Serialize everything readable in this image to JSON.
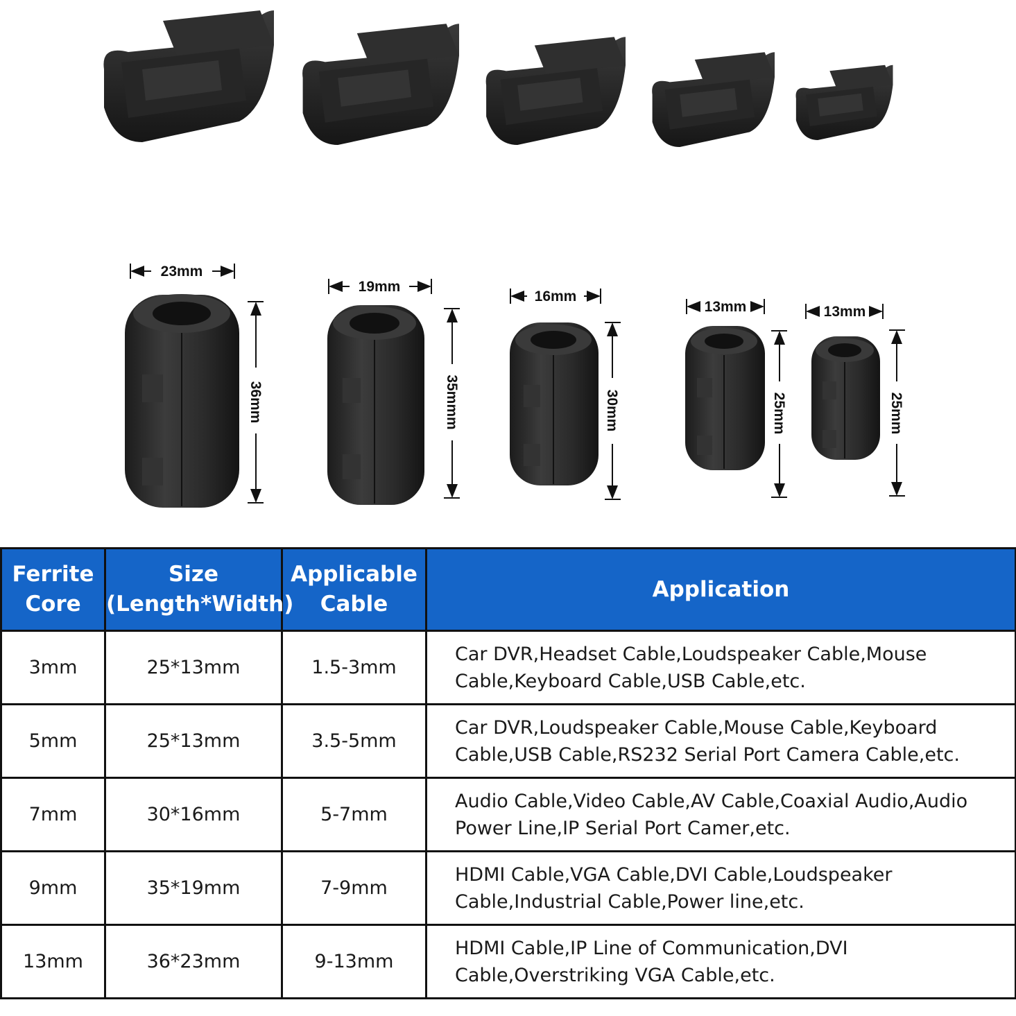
{
  "dimensions": {
    "widths": [
      "23mm",
      "19mm",
      "16mm",
      "13mm",
      "13mm"
    ],
    "heights": [
      "36mm",
      "35mmm",
      "30mm",
      "25mm",
      "25mm"
    ]
  },
  "table": {
    "headers": [
      "Ferrite Core",
      "Size (Length*Width)",
      "Applicable Cable",
      "Application"
    ],
    "rows": [
      {
        "core": "3mm",
        "size": "25*13mm",
        "cable": "1.5-3mm",
        "application": "Car DVR,Headset Cable,Loudspeaker Cable,Mouse Cable,Keyboard Cable,USB Cable,etc."
      },
      {
        "core": "5mm",
        "size": "25*13mm",
        "cable": "3.5-5mm",
        "application": "Car DVR,Loudspeaker Cable,Mouse Cable,Keyboard Cable,USB Cable,RS232 Serial Port Camera Cable,etc."
      },
      {
        "core": "7mm",
        "size": "30*16mm",
        "cable": "5-7mm",
        "application": "Audio Cable,Video Cable,AV Cable,Coaxial Audio,Audio Power Line,IP Serial Port Camer,etc."
      },
      {
        "core": "9mm",
        "size": "35*19mm",
        "cable": "7-9mm",
        "application": "HDMI Cable,VGA Cable,DVI Cable,Loudspeaker Cable,Industrial Cable,Power line,etc."
      },
      {
        "core": "13mm",
        "size": "36*23mm",
        "cable": "9-13mm",
        "application": "HDMI Cable,IP Line of Communication,DVI Cable,Overstriking VGA Cable,etc."
      }
    ]
  },
  "colors": {
    "header_bg": "#1565c8",
    "ferrite_body": "#2b2b2b"
  }
}
